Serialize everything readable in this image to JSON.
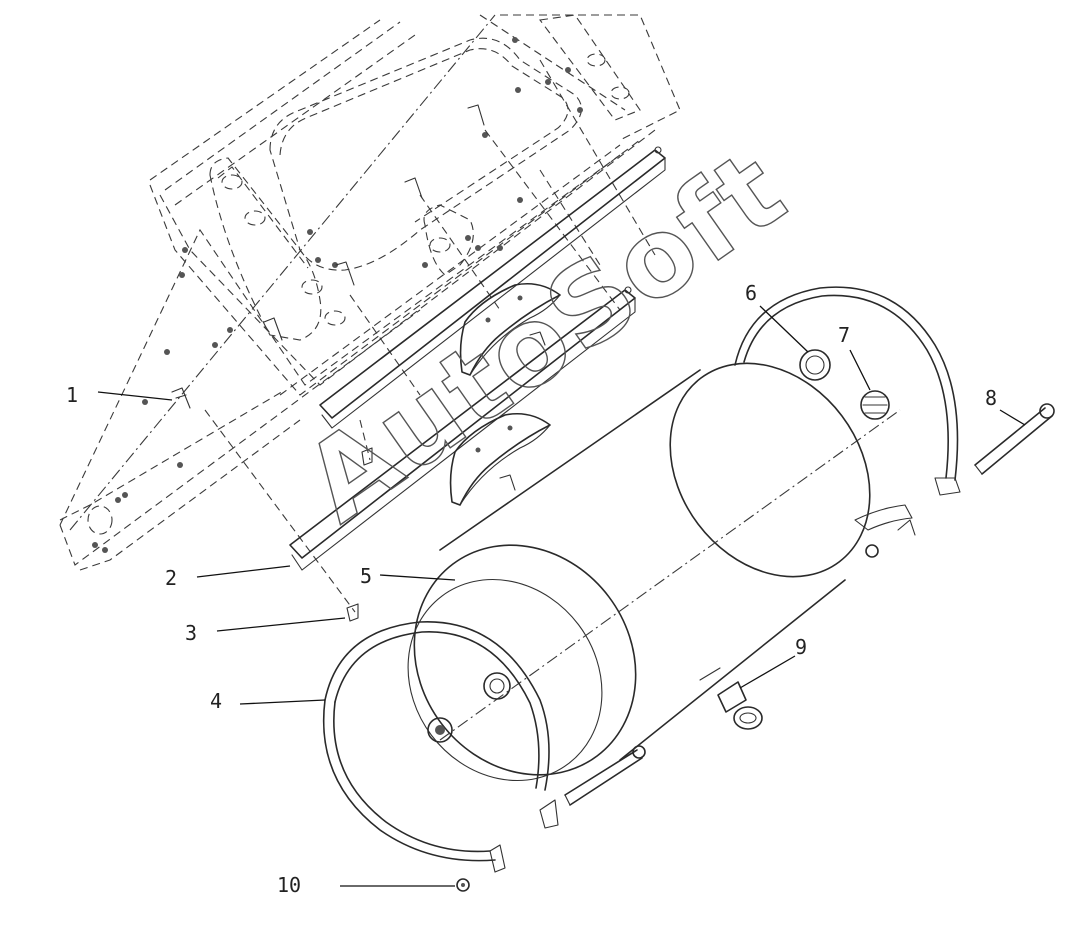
{
  "diagram": {
    "watermark_text": "AutoSoft",
    "callouts": [
      {
        "id": "1",
        "label": "1"
      },
      {
        "id": "2",
        "label": "2"
      },
      {
        "id": "3",
        "label": "3"
      },
      {
        "id": "4",
        "label": "4"
      },
      {
        "id": "5",
        "label": "5"
      },
      {
        "id": "6",
        "label": "6"
      },
      {
        "id": "7",
        "label": "7"
      },
      {
        "id": "8",
        "label": "8"
      },
      {
        "id": "9",
        "label": "9"
      },
      {
        "id": "10",
        "label": "10"
      }
    ]
  }
}
